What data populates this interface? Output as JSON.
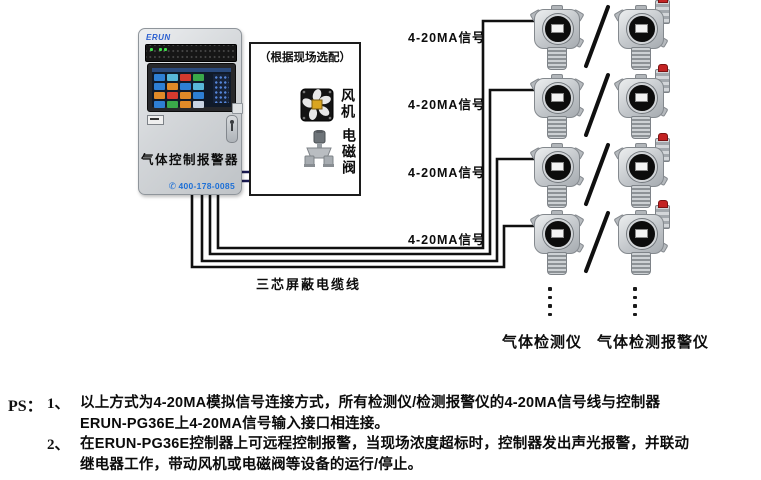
{
  "controller": {
    "brand": "ERUN",
    "title": "气体控制报警器",
    "phone_icon": "✆",
    "phone": "400-178-0085"
  },
  "option_box": {
    "title": "（根据现场选配）",
    "fan_label": "风机",
    "valve_label": "电磁阀"
  },
  "signal_labels": [
    "4-20MA信号",
    "4-20MA信号",
    "4-20MA信号",
    "4-20MA信号"
  ],
  "cable_label": "三芯屏蔽电缆线",
  "column_labels": {
    "detector": "气体检测仪",
    "alarm": "气体检测报警仪"
  },
  "notes": {
    "prefix": "PS：",
    "items": [
      {
        "num": "1、",
        "lines": [
          "以上方式为4-20MA模拟信号连接方式，所有检测仪/检测报警仪的4-20MA信号线与控制器",
          "ERUN-PG36E上4-20MA信号输入接口相连接。"
        ]
      },
      {
        "num": "2、",
        "lines": [
          "在ERUN-PG36E控制器上可远程控制报警，当现场浓度超标时，控制器发出声光报警，并联动",
          "继电器工作，带动风机或电磁阀等设备的运行/停止。"
        ]
      }
    ]
  },
  "colors": {
    "wire_black": "#101010",
    "wire_navy": "#1b1b52",
    "phone_blue": "#1d6fd6",
    "brand_blue": "#2b5fd0",
    "beacon_red": "#c32323",
    "led_green": "#3fe04a"
  }
}
